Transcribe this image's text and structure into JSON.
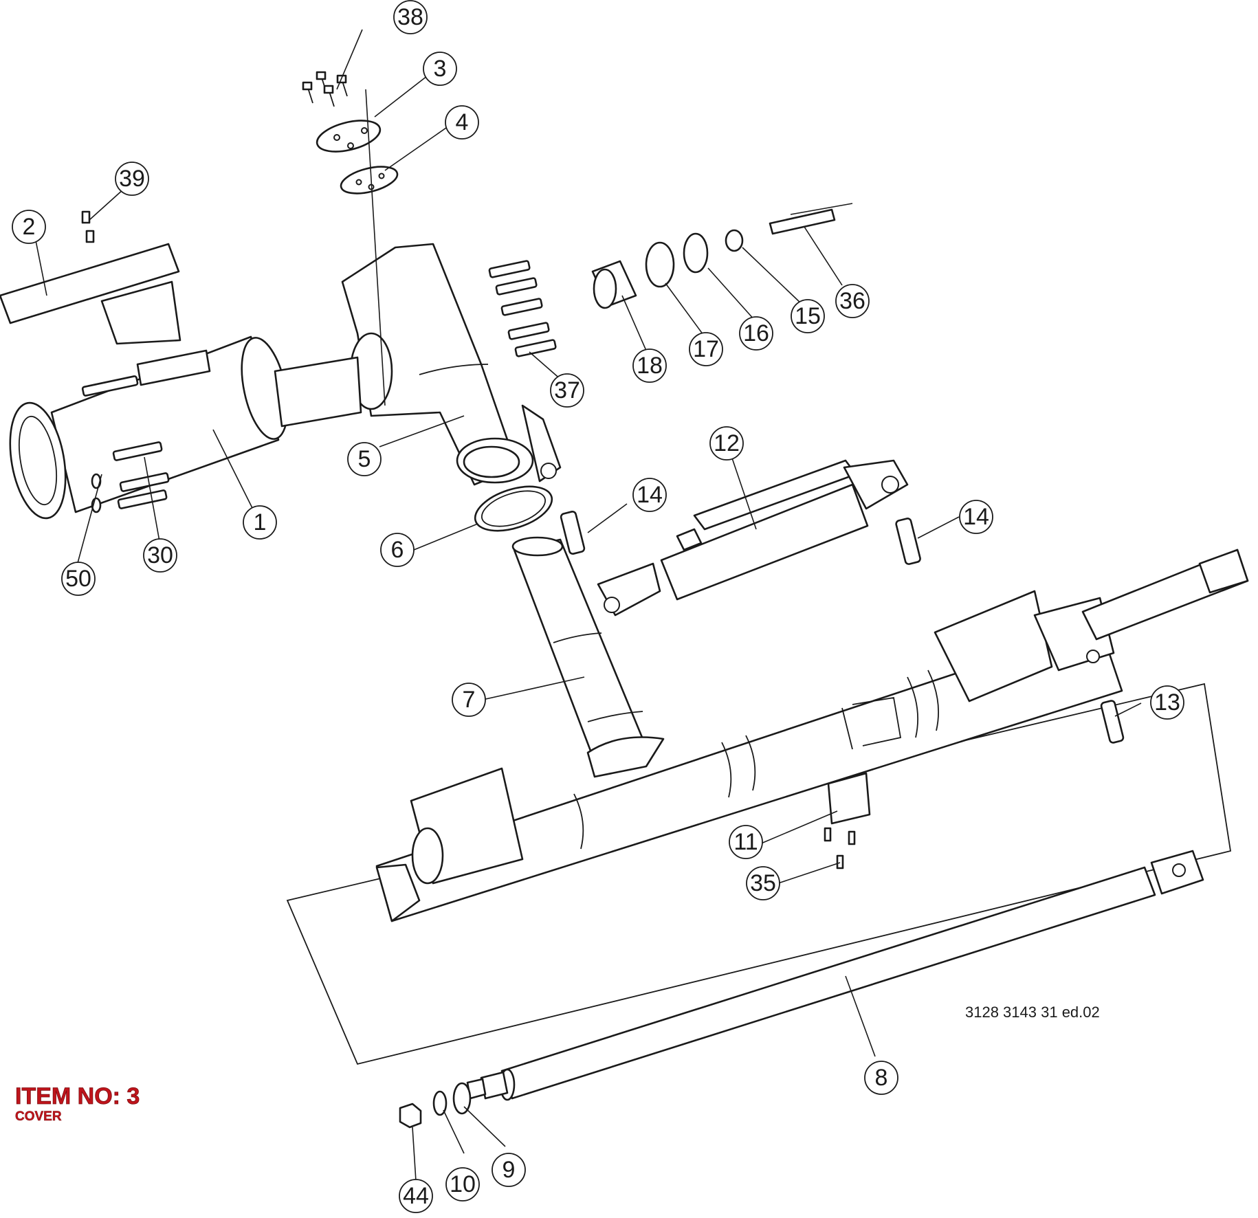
{
  "drawing_number": "3128 3143 31 ed.02",
  "item_title": "ITEM NO: 3",
  "item_subtitle": "COVER",
  "callouts": [
    "1",
    "2",
    "3",
    "4",
    "5",
    "6",
    "7",
    "8",
    "9",
    "10",
    "11",
    "12",
    "13",
    "14",
    "14",
    "15",
    "16",
    "17",
    "18",
    "30",
    "35",
    "36",
    "37",
    "38",
    "39",
    "44",
    "50"
  ]
}
